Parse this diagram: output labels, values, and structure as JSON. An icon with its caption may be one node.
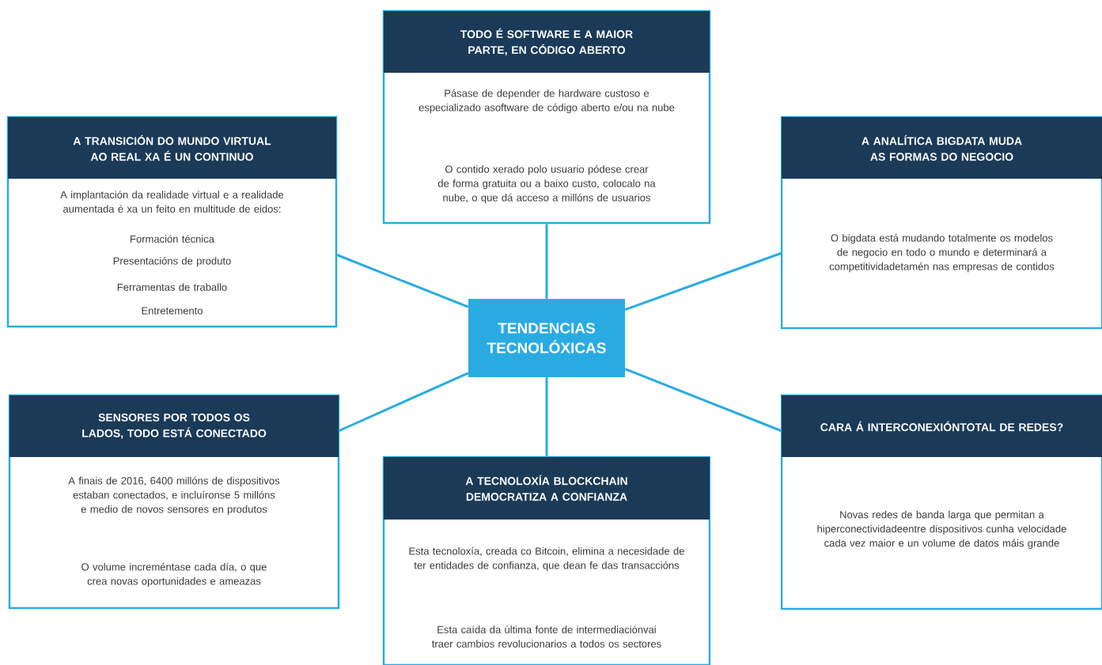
{
  "diagram": {
    "nodes": [
      {
        "text": [
          "TENDENCIAS TECNOLÓXICAS"
        ]
      },
      {
        "text": [
          "TODO É SOFTWARE E A MAIOR PARTE, EN CÓDIGO ABERTO",
          "Pásase de depender de hardware custoso e especializado asoftware de código aberto e/ou na nube",
          "O contido xerado polo usuario pódese crear de forma gratuita ou a baixo custo, colocalo na nube,  o que dá acceso a millóns de usuarios"
        ]
      },
      {
        "text": [
          "A TRANSICIÓN DO MUNDO VIRTUAL AO REAL XA É UN CONTINUO",
          "A implantación da realidade virtual e a realidade aumentada é xa un feito en multitude de eidos:",
          "Formación técnica",
          "Presentacións de produto",
          "Ferramentas de traballo",
          "Entretemento"
        ]
      },
      {
        "text": [
          "A ANALÍTICA BIGDATA MUDA AS FORMAS DO NEGOCIO",
          "O bigdata está mudando totalmente os modelos de negocio en todo o mundo e determinará a competitividadetamén nas empresas de contidos"
        ]
      },
      {
        "text": [
          "SENSORES POR TODOS OS LADOS, TODO ESTÁ CONECTADO",
          "A finais de 2016, 6400 millóns de dispositivos estaban conectados, e incluíronse 5 millóns e medio de novos sensores en produtos",
          "O volume increméntase cada día, o que crea novas oportunidades e ameazas"
        ]
      },
      {
        "text": [
          "A TECNOLOXÍA BLOCKCHAIN DEMOCRATIZA A CONFIANZA",
          "Esta tecnoloxía, creada co Bitcoin, elimina a necesidade de ter entidades de confianza, que dean fe das transaccións",
          "Esta caída da última fonte de intermediaciónvai traer cambios revolucionarios a todos os sectores"
        ]
      },
      {
        "text": [
          "CARA Á INTERCONEXIÓNTOTAL DE REDES?",
          "Novas redes de banda larga que permitan a hiperconectividadeentre dispositivos cunha velocidade cada vez maior e un volume de datos máis grande"
        ]
      }
    ],
    "edges": [
      {
        "from": 0,
        "to": 1,
        "arrow": "none"
      },
      {
        "from": 0,
        "to": 2,
        "arrow": "none"
      },
      {
        "from": 0,
        "to": 3,
        "arrow": "none"
      },
      {
        "from": 0,
        "to": 4,
        "arrow": "none"
      },
      {
        "from": 0,
        "to": 5,
        "arrow": "none"
      },
      {
        "from": 0,
        "to": 6,
        "arrow": "none"
      }
    ]
  }
}
